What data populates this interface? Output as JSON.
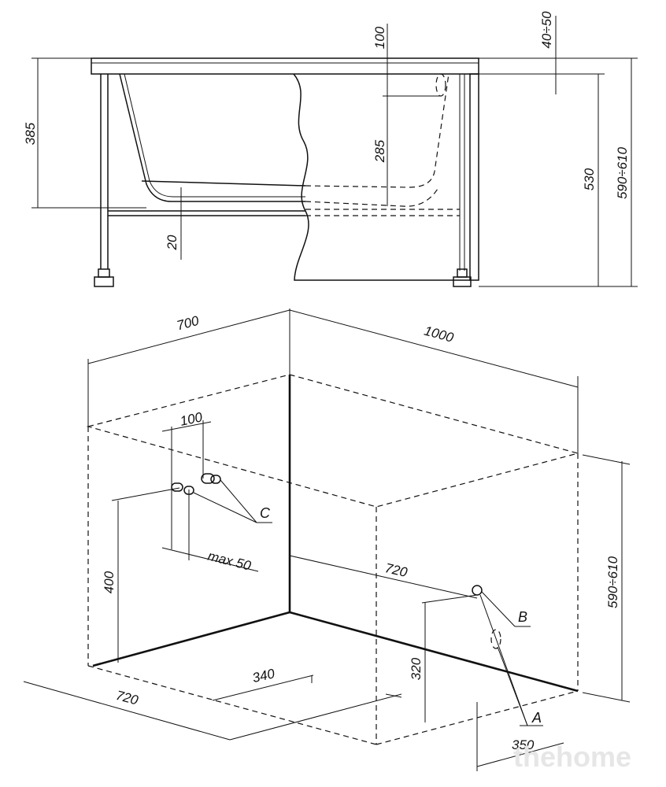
{
  "side_view": {
    "dims": {
      "h385": "385",
      "top100": "100",
      "gap4050": "40÷50",
      "depth285": "285",
      "h530": "530",
      "h590610": "590÷610",
      "bottom20": "20"
    }
  },
  "iso_view": {
    "dims": {
      "w700": "700",
      "w1000": "1000",
      "c100": "100",
      "max50": "max 50",
      "h400": "400",
      "d720_right": "720",
      "h590610": "590÷610",
      "h320": "320",
      "d340": "340",
      "d720_front": "720",
      "d350": "350"
    },
    "callouts": {
      "a": "A",
      "b": "B",
      "c": "C"
    }
  },
  "watermark": "thehome"
}
